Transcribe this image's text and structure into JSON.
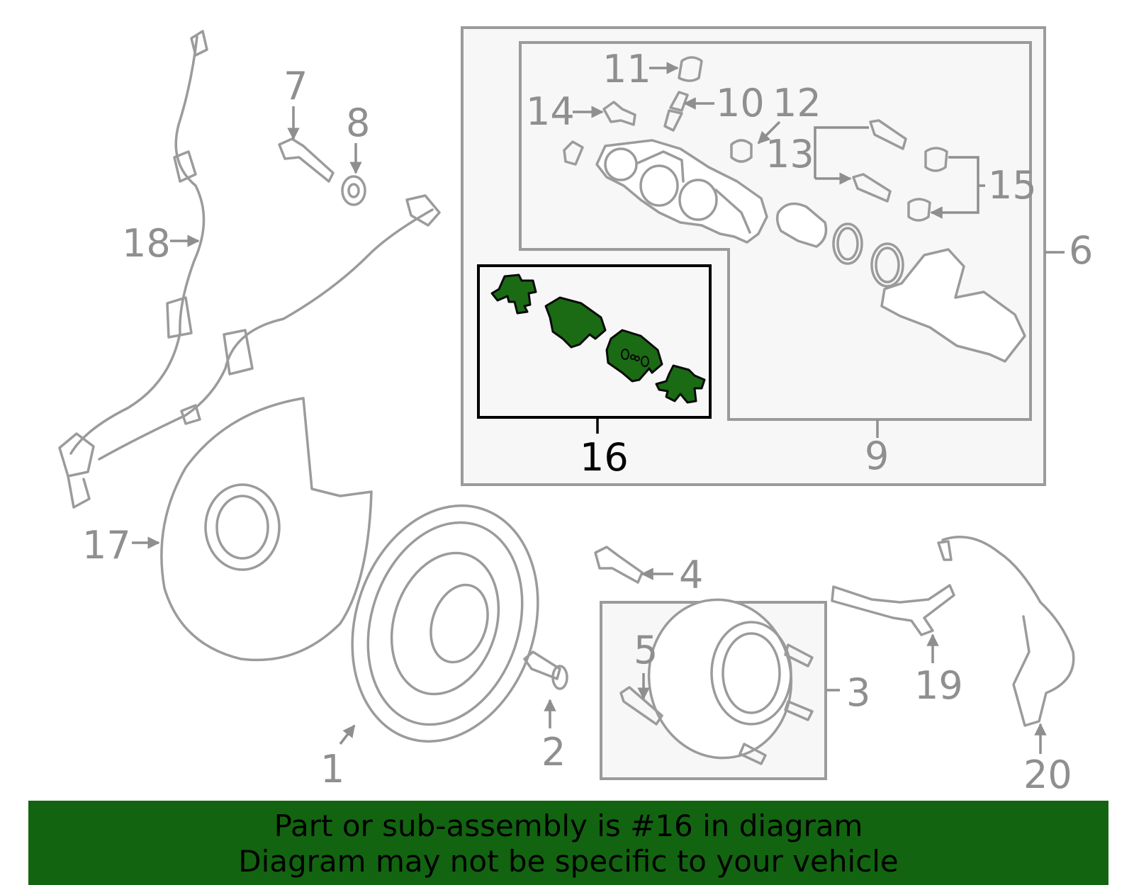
{
  "callouts": {
    "c1": "1",
    "c2": "2",
    "c3": "3",
    "c4": "4",
    "c5": "5",
    "c6": "6",
    "c7": "7",
    "c8": "8",
    "c9": "9",
    "c10": "10",
    "c11": "11",
    "c12": "12",
    "c13": "13",
    "c14": "14",
    "c15": "15",
    "c16": "16",
    "c17": "17",
    "c18": "18",
    "c19": "19",
    "c20": "20"
  },
  "banner": {
    "line1": "Part or sub-assembly is #16 in diagram",
    "line2": "Diagram may not be specific to your vehicle"
  },
  "colors": {
    "highlight": "#1a6b14",
    "banner": "#136411",
    "linework": "#9b9b9b"
  }
}
